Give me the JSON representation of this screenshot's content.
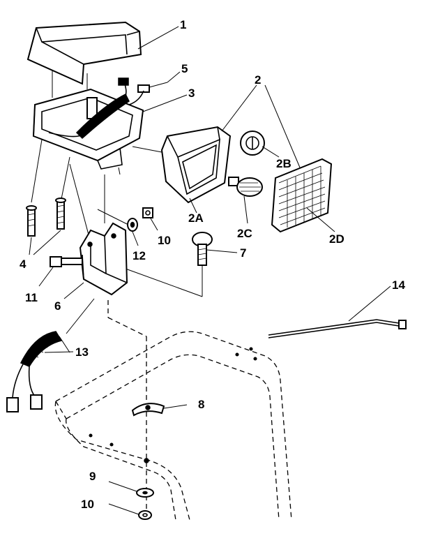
{
  "callouts": [
    {
      "id": "c1",
      "text": "1"
    },
    {
      "id": "c2",
      "text": "2"
    },
    {
      "id": "c2A",
      "text": "2A"
    },
    {
      "id": "c2B",
      "text": "2B"
    },
    {
      "id": "c2C",
      "text": "2C"
    },
    {
      "id": "c2D",
      "text": "2D"
    },
    {
      "id": "c3",
      "text": "3"
    },
    {
      "id": "c4",
      "text": "4"
    },
    {
      "id": "c5",
      "text": "5"
    },
    {
      "id": "c6",
      "text": "6"
    },
    {
      "id": "c7",
      "text": "7"
    },
    {
      "id": "c8",
      "text": "8"
    },
    {
      "id": "c9",
      "text": "9"
    },
    {
      "id": "c10a",
      "text": "10"
    },
    {
      "id": "c10b",
      "text": "10"
    },
    {
      "id": "c11",
      "text": "11"
    },
    {
      "id": "c12",
      "text": "12"
    },
    {
      "id": "c13",
      "text": "13"
    },
    {
      "id": "c14",
      "text": "14"
    }
  ]
}
